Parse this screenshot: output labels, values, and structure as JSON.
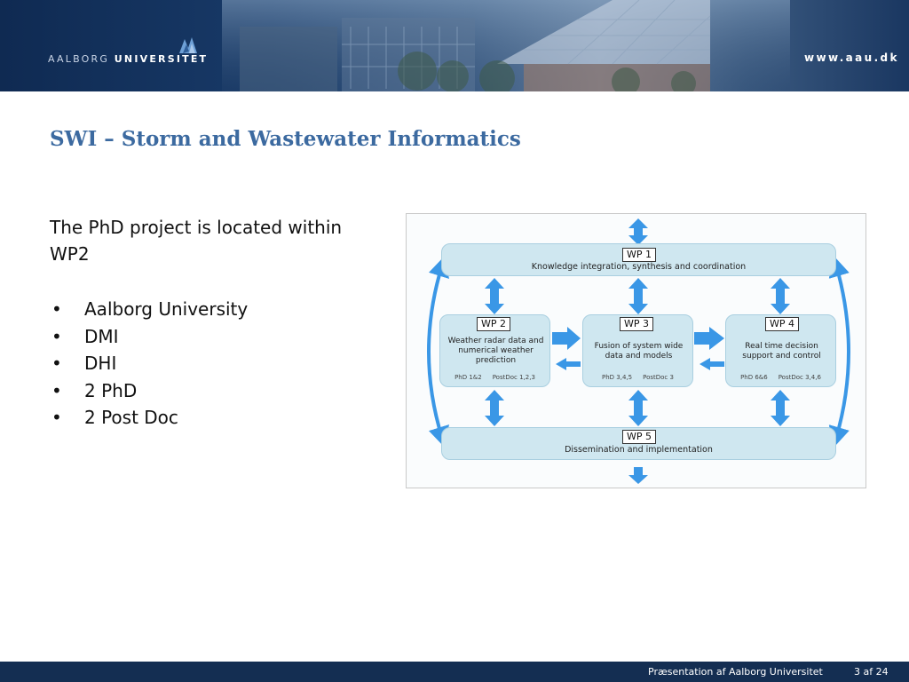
{
  "header": {
    "logo_word1": "AALBORG",
    "logo_word2": "UNIVERSITET",
    "site_url": "www.aau.dk"
  },
  "slide": {
    "title": "SWI – Storm and Wastewater Informatics",
    "intro": "The PhD project is located within WP2",
    "bullets": [
      {
        "marker": "•",
        "text": "Aalborg University"
      },
      {
        "marker": "•",
        "text": "DMI"
      },
      {
        "marker": "•",
        "text": "DHI"
      },
      {
        "marker": "•",
        "text": "2 PhD"
      },
      {
        "marker": "•",
        "text": "2 Post Doc"
      }
    ]
  },
  "diagram": {
    "wp1": {
      "tag": "WP 1",
      "desc": "Knowledge integration, synthesis and coordination"
    },
    "wp2": {
      "tag": "WP 2",
      "desc": "Weather radar data and numerical weather prediction",
      "phd": "PhD 1&2",
      "postdoc": "PostDoc 1,2,3"
    },
    "wp3": {
      "tag": "WP 3",
      "desc": "Fusion of system wide data and models",
      "phd": "PhD 3,4,5",
      "postdoc": "PostDoc 3"
    },
    "wp4": {
      "tag": "WP 4",
      "desc": "Real time decision support and control",
      "phd": "PhD 6&6",
      "postdoc": "PostDoc 3,4,6"
    },
    "wp5": {
      "tag": "WP 5",
      "desc": "Dissemination and implementation"
    }
  },
  "footer": {
    "label": "Præsentation af Aalborg Universitet",
    "page": "3 af 24"
  },
  "colors": {
    "title": "#3c6aa0",
    "header_bg": "#183a68",
    "footer_bg": "#142e52",
    "box_fill": "#cfe7f0",
    "arrow": "#3a97e6"
  }
}
